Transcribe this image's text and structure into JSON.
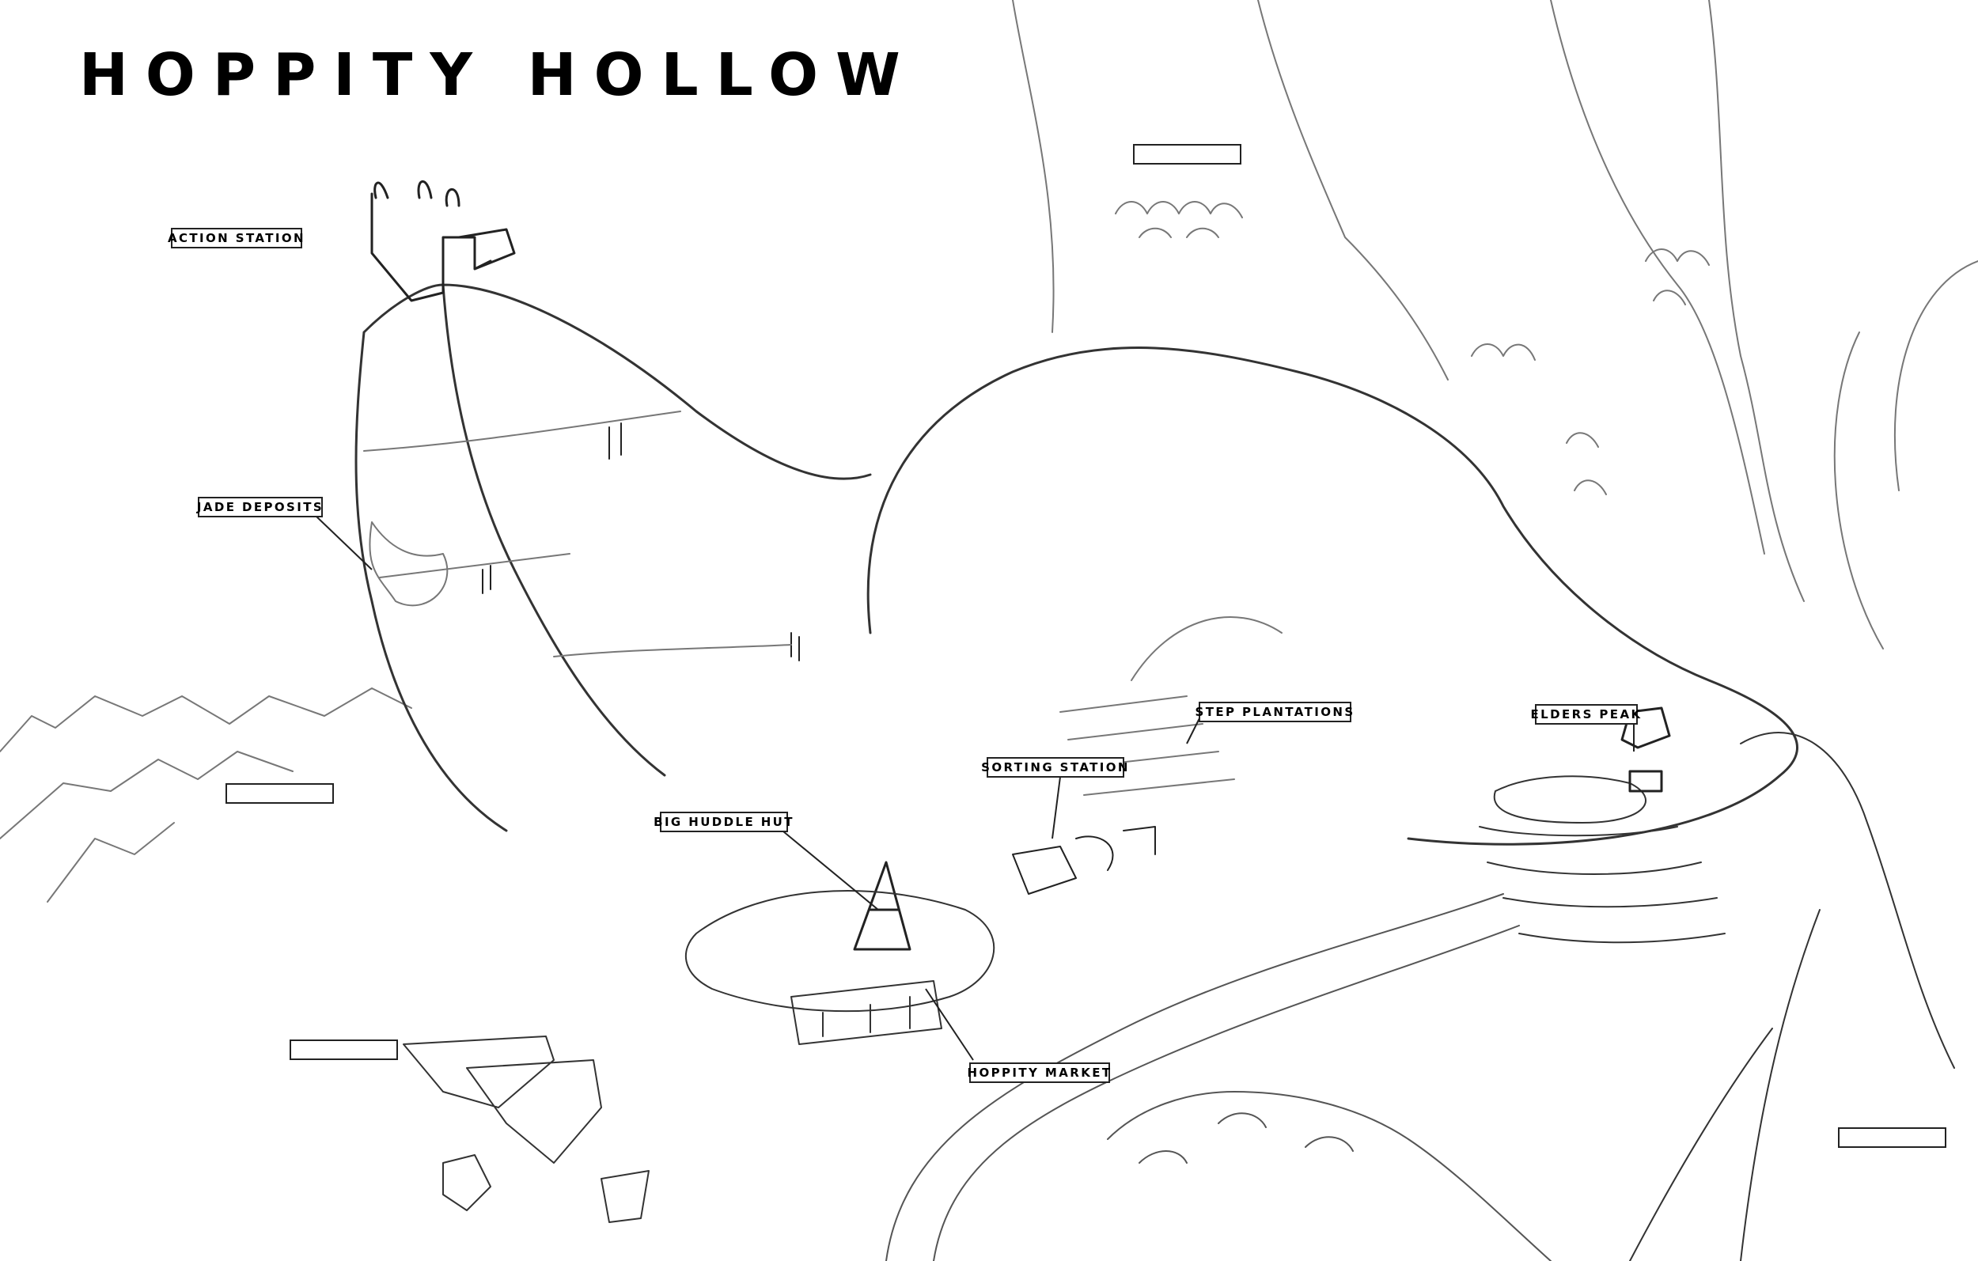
{
  "map": {
    "title": "HOPPITY HOLLOW",
    "labels": {
      "action_station": "ACTION STATION",
      "jade_deposits": "JADE DEPOSITS",
      "step_plantations": "STEP PLANTATIONS",
      "elders_peak": "ELDERS PEAK",
      "sorting_station": "SORTING STATION",
      "big_huddle_hut": "BIG HUDDLE HUT",
      "hoppity_market": "HOPPITY MARKET"
    },
    "blank_label_count": 4
  },
  "colors": {
    "ink": "#222222",
    "background": "#ffffff",
    "sketch": "#888888"
  }
}
